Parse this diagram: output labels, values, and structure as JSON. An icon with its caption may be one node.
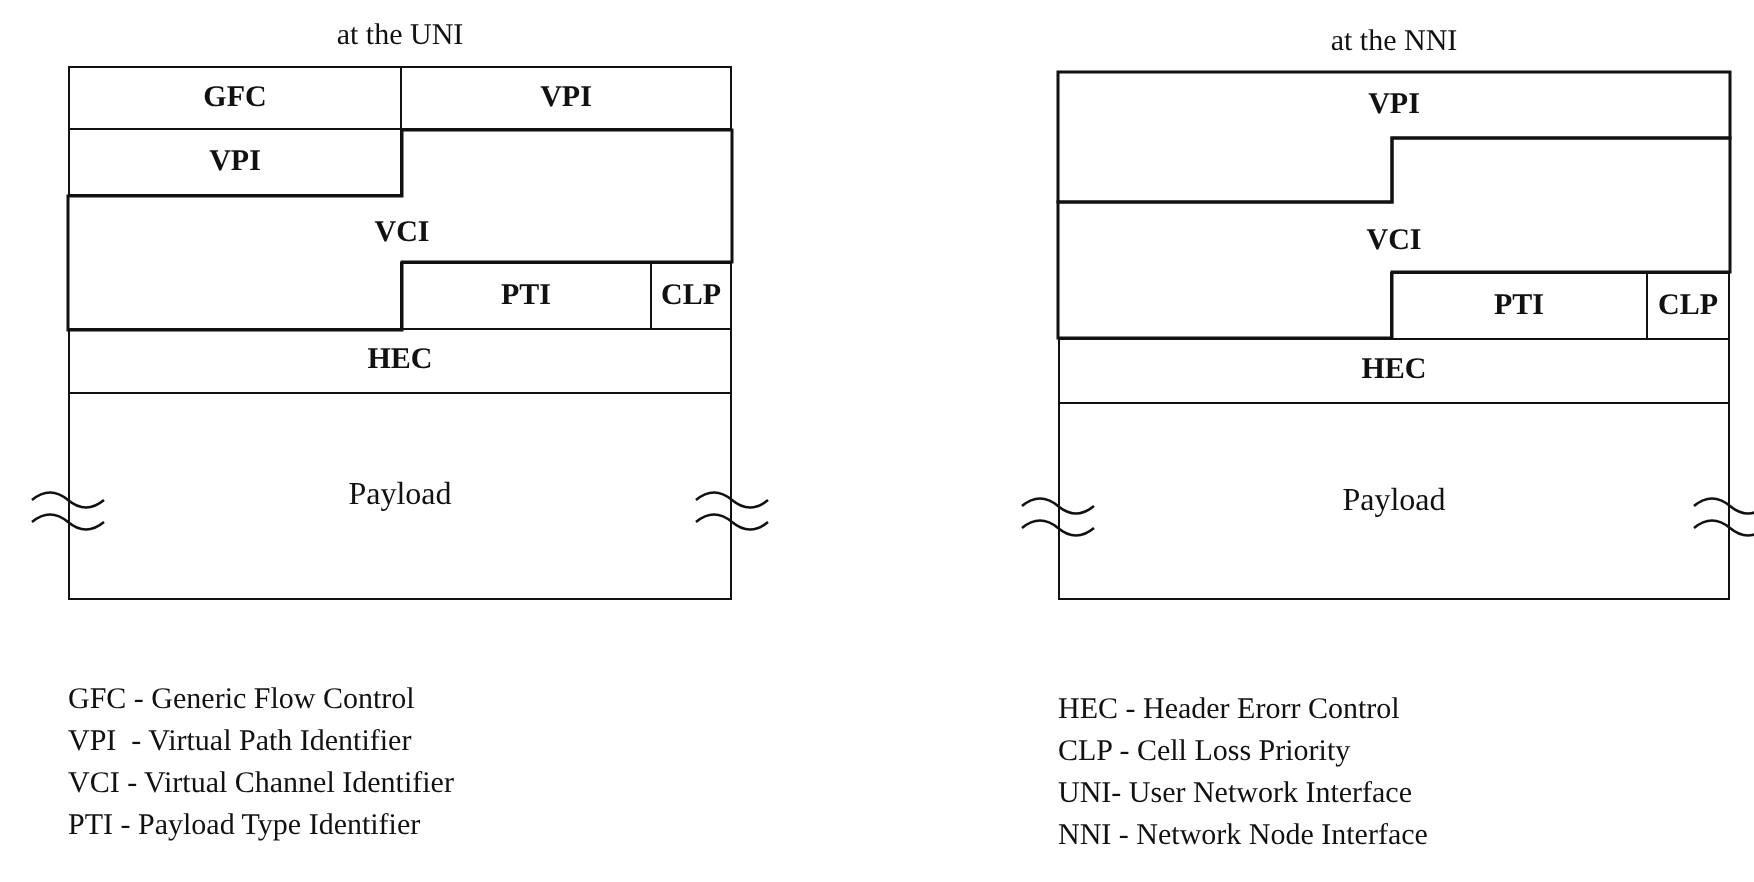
{
  "diagram": {
    "nodes": [
      {
        "text": [
          "at the UNI"
        ]
      },
      {
        "text": [
          "GFC"
        ],
        "in": 0
      },
      {
        "text": [
          "VPI"
        ],
        "in": 0
      },
      {
        "text": [
          "VPI"
        ],
        "in": 0
      },
      {
        "text": [
          "VCI"
        ],
        "in": 0
      },
      {
        "text": [
          "PTI"
        ],
        "in": 0
      },
      {
        "text": [
          "CLP"
        ],
        "in": 0
      },
      {
        "text": [
          "HEC"
        ],
        "in": 0
      },
      {
        "text": [
          "Payload"
        ],
        "in": 0
      },
      {
        "text": [
          "at the NNI"
        ]
      },
      {
        "text": [
          "VPI"
        ],
        "in": 9
      },
      {
        "text": [
          "VCI"
        ],
        "in": 9
      },
      {
        "text": [
          "PTI"
        ],
        "in": 9
      },
      {
        "text": [
          "CLP"
        ],
        "in": 9
      },
      {
        "text": [
          "HEC"
        ],
        "in": 9
      },
      {
        "text": [
          "Payload"
        ],
        "in": 9
      }
    ],
    "labels": [
      "GFC - Generic Flow Control",
      "VPI  - Virtual Path Identifier",
      "VCI - Virtual Channel Identifier",
      "PTI - Payload Type Identifier",
      "HEC - Header Erorr Control",
      "CLP - Cell Loss Priority",
      "UNI- User Network Interface",
      "NNI - Network Node Interface"
    ]
  }
}
